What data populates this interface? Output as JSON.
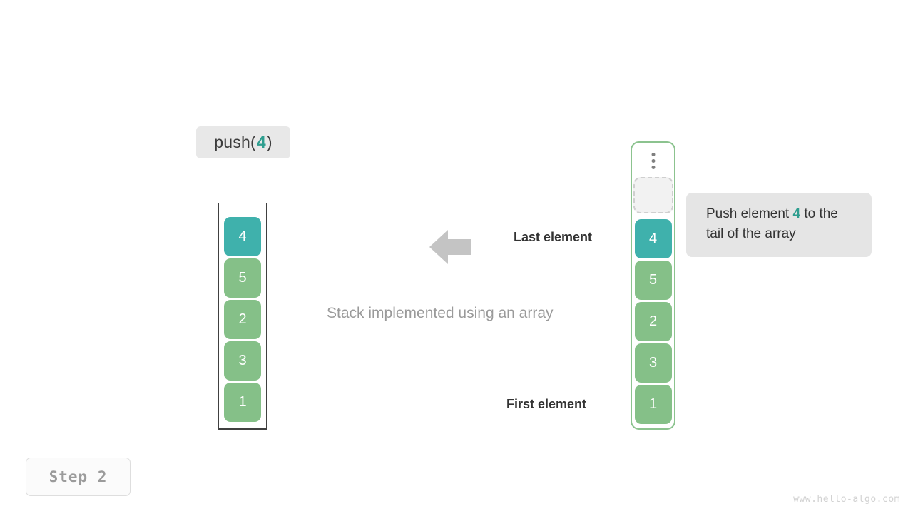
{
  "operation": {
    "prefix": "push(",
    "argument": "4",
    "suffix": ")"
  },
  "stack": {
    "title": "Stack implemented using an array",
    "cells": [
      {
        "value": "4",
        "highlight": true
      },
      {
        "value": "5",
        "highlight": false
      },
      {
        "value": "2",
        "highlight": false
      },
      {
        "value": "3",
        "highlight": false
      },
      {
        "value": "1",
        "highlight": false
      }
    ]
  },
  "array": {
    "ellipsis_icon": "vertical-ellipsis-icon",
    "empty_slot_label": "",
    "cells": [
      {
        "value": "4",
        "highlight": true
      },
      {
        "value": "5",
        "highlight": false
      },
      {
        "value": "2",
        "highlight": false
      },
      {
        "value": "3",
        "highlight": false
      },
      {
        "value": "1",
        "highlight": false
      }
    ]
  },
  "annotations": {
    "last_element": "Last element",
    "first_element": "First element",
    "arrow_icon": "arrow-left-icon"
  },
  "tooltip": {
    "text_before": "Push element ",
    "emphasis": "4",
    "text_after": " to the tail of the array"
  },
  "footer": {
    "step_label": "Step 2",
    "watermark": "www.hello-algo.com"
  },
  "colors": {
    "highlight": "#3fb1ac",
    "cell": "#85c088",
    "accent_text": "#2e9e8f",
    "array_border": "#8cc38f",
    "stack_wall": "#404040",
    "arrow": "#c4c4c4"
  }
}
